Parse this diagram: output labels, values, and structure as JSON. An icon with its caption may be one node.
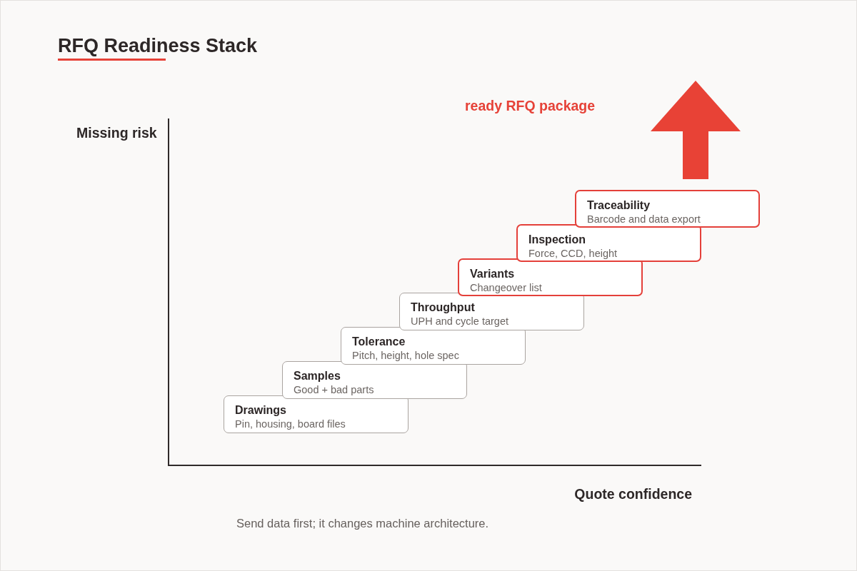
{
  "diagram": {
    "title": "RFQ Readiness Stack",
    "caption": "Send data first; it changes machine architecture.",
    "nodes": [
      {
        "text": [
          "Drawings",
          "Pin, housing, board files"
        ]
      },
      {
        "text": [
          "Samples",
          "Good + bad parts"
        ]
      },
      {
        "text": [
          "Tolerance",
          "Pitch, height, hole spec"
        ]
      },
      {
        "text": [
          "Throughput",
          "UPH and cycle target"
        ]
      },
      {
        "text": [
          "Variants",
          "Changeover list"
        ]
      },
      {
        "text": [
          "Inspection",
          "Force, CCD, height"
        ]
      },
      {
        "text": [
          "Traceability",
          "Barcode and data export"
        ]
      }
    ],
    "labels": [
      "ready RFQ package",
      "Missing risk",
      "Quote confidence"
    ]
  }
}
